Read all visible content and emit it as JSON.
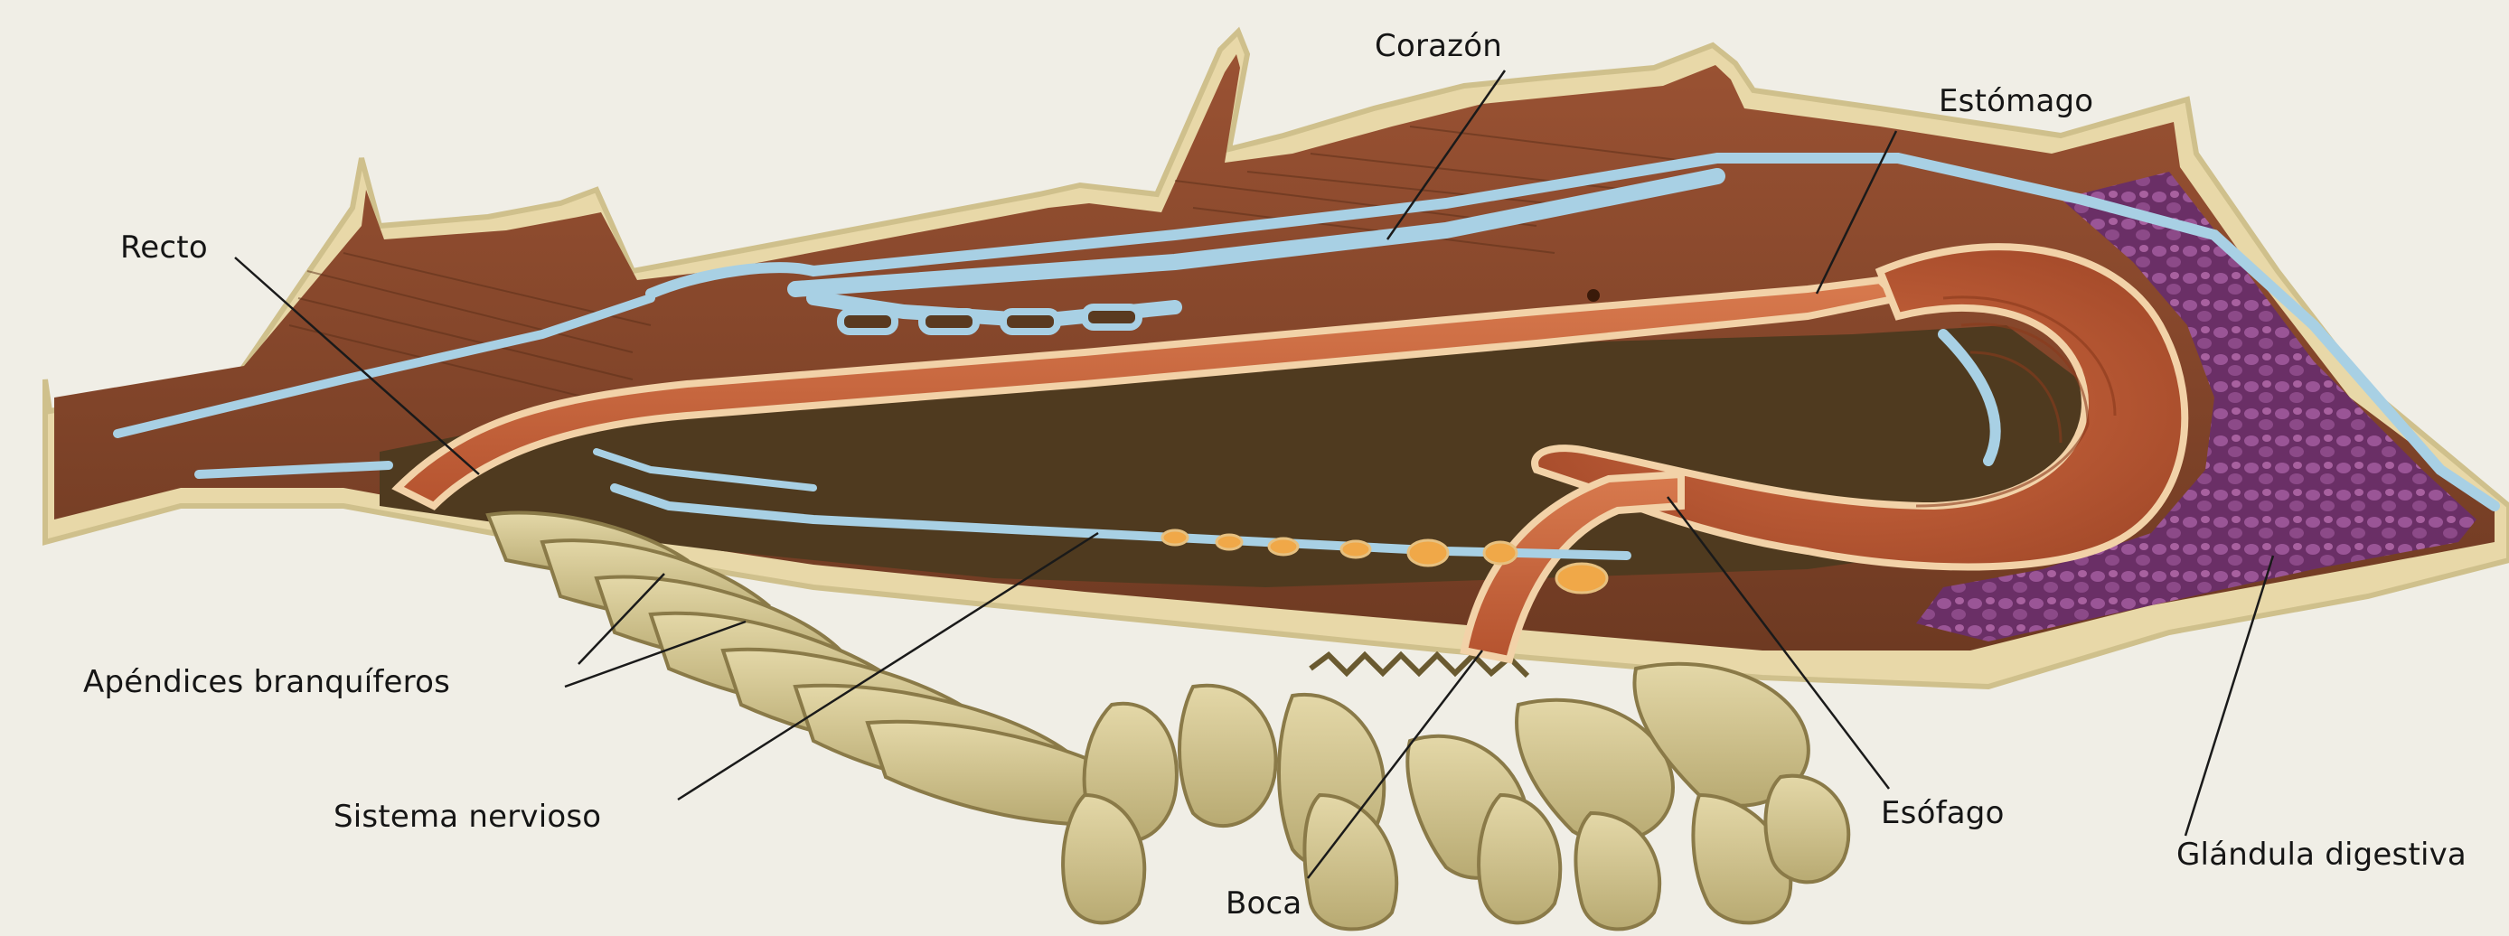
{
  "labels": {
    "corazon": "Corazón",
    "estomago": "Estómago",
    "recto": "Recto",
    "apendices": "Apéndices branquíferos",
    "sistema": "Sistema nervioso",
    "boca": "Boca",
    "esofago": "Esófago",
    "glandula": "Glándula digestiva"
  },
  "colors": {
    "background": "#f0eee6",
    "muscle": "#8a4a2e",
    "cavity": "#5a3e22",
    "gut": "#c4623a",
    "vessel": "#9cc4d8",
    "gland": "#7a3a78",
    "appendage": "#d8cc98",
    "nerve": "#f0a848"
  }
}
